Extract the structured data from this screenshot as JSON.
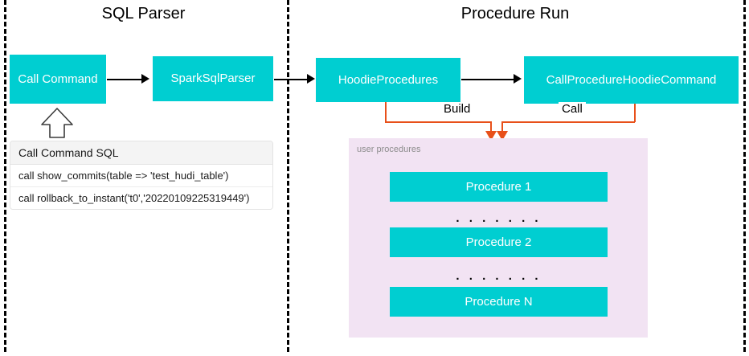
{
  "diagram": {
    "sections": [
      {
        "id": "sql-parser",
        "title": "SQL Parser"
      },
      {
        "id": "procedure-run",
        "title": "Procedure Run"
      }
    ],
    "nodes": {
      "call_command": "Call Command",
      "spark_sql_parser": "SparkSqlParser",
      "hoodie_procedures": "HoodieProcedures",
      "call_procedure_hoodie_command": "CallProcedureHoodieCommand"
    },
    "edge_labels": {
      "build": "Build",
      "call": "Call"
    },
    "sql_table": {
      "header": "Call Command SQL",
      "rows": [
        "call show_commits(table => 'test_hudi_table')",
        "call rollback_to_instant('t0','20220109225319449')"
      ]
    },
    "procedures_panel": {
      "label": "user procedures",
      "items": [
        "Procedure 1",
        "Procedure 2",
        "Procedure N"
      ],
      "ellipsis": ". . . . . . ."
    },
    "colors": {
      "node_fill": "#00CED1",
      "node_text": "#FFFFFF",
      "panel_fill": "#F2E3F3",
      "orange_edge": "#E8501A",
      "black_edge": "#000000",
      "divider": "#000000"
    }
  }
}
